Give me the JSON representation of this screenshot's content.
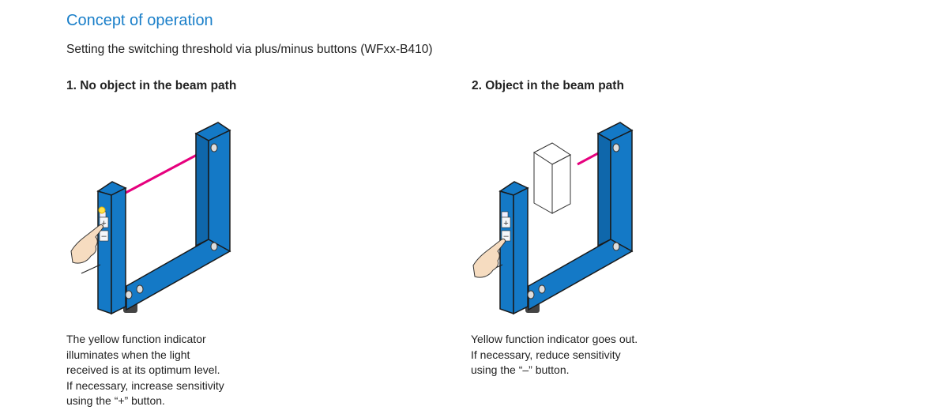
{
  "title": "Concept of operation",
  "subtitle": "Setting the switching threshold via plus/minus buttons (WFxx-B410)",
  "steps": [
    {
      "heading": "1. No object in the beam path",
      "description": [
        "The yellow function indicator",
        "illuminates when the light",
        "received is at its optimum level.",
        "If necessary, increase sensitivity",
        "using the “+” button."
      ]
    },
    {
      "heading": "2. Object in the beam path",
      "description": [
        "Yellow function indicator goes out.",
        "If necessary, reduce sensitivity",
        "using the “–” button."
      ]
    }
  ],
  "colors": {
    "title": "#1a7fc9",
    "sensor": "#1479c6",
    "beam": "#e6007e"
  }
}
